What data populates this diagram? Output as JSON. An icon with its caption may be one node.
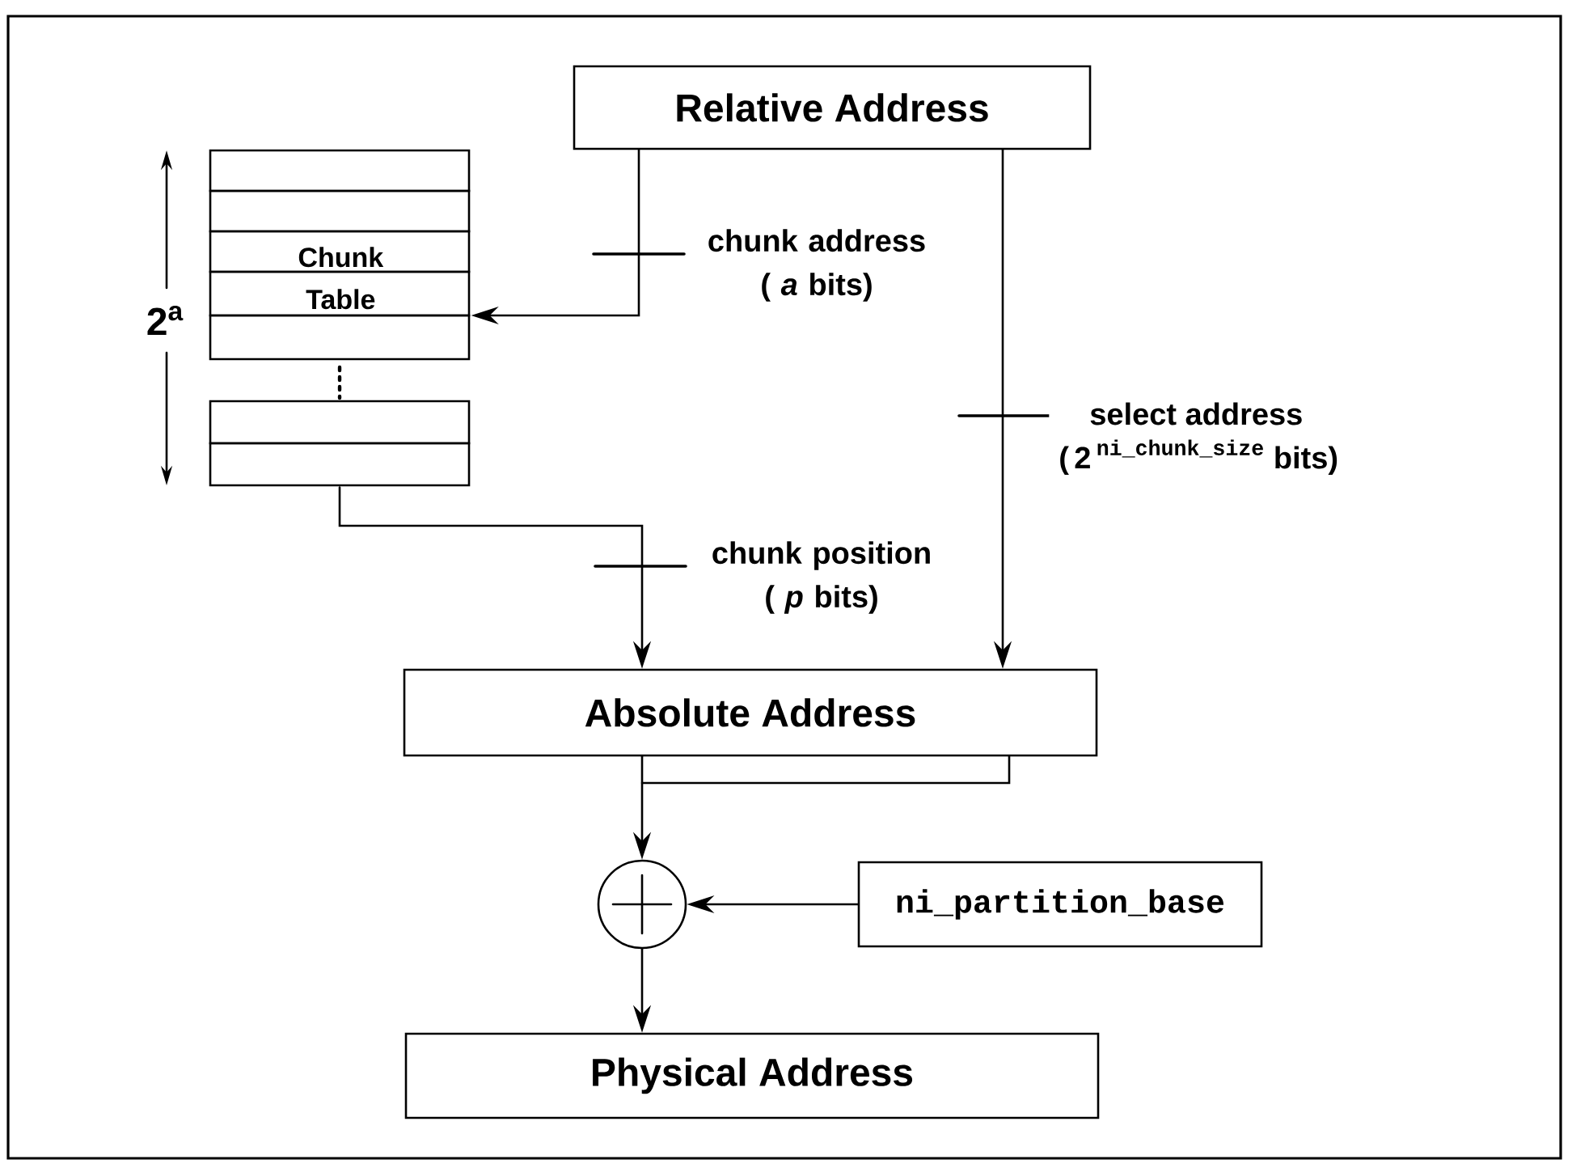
{
  "diagram": {
    "nodes": [
      {
        "text": [
          "Relative Address"
        ]
      },
      {
        "text": [
          "Chunk Table"
        ],
        "beside": [
          "2$^{a}$"
        ]
      },
      {
        "text": [
          "Absolute Address"
        ]
      },
      {
        "text": [],
        "shape": "circle"
      },
      {
        "text": [
          "ni_partition_base"
        ]
      },
      {
        "text": [
          "Physical Address"
        ]
      }
    ],
    "edges": [
      {
        "from": 0,
        "to": 1,
        "arrow": "to",
        "label": "chunk address ( *a* bits)"
      },
      {
        "from": 0,
        "to": 2,
        "arrow": "to",
        "label": "\\begin{array}{l}\\quad\\text{select address}\\\\\\text{(\\,2\\,}^{\\texttt{ni\\_chunk\\_size}}\\ \\text{bits)}\\end{array}"
      },
      {
        "from": 1,
        "to": 2,
        "arrow": "to",
        "label": "chunk position ( *p* bits)"
      },
      {
        "from": 2,
        "to": 3,
        "arrow": "to"
      },
      {
        "from": 4,
        "to": 3,
        "arrow": "to"
      },
      {
        "from": 3,
        "to": 5,
        "arrow": "to"
      }
    ]
  }
}
